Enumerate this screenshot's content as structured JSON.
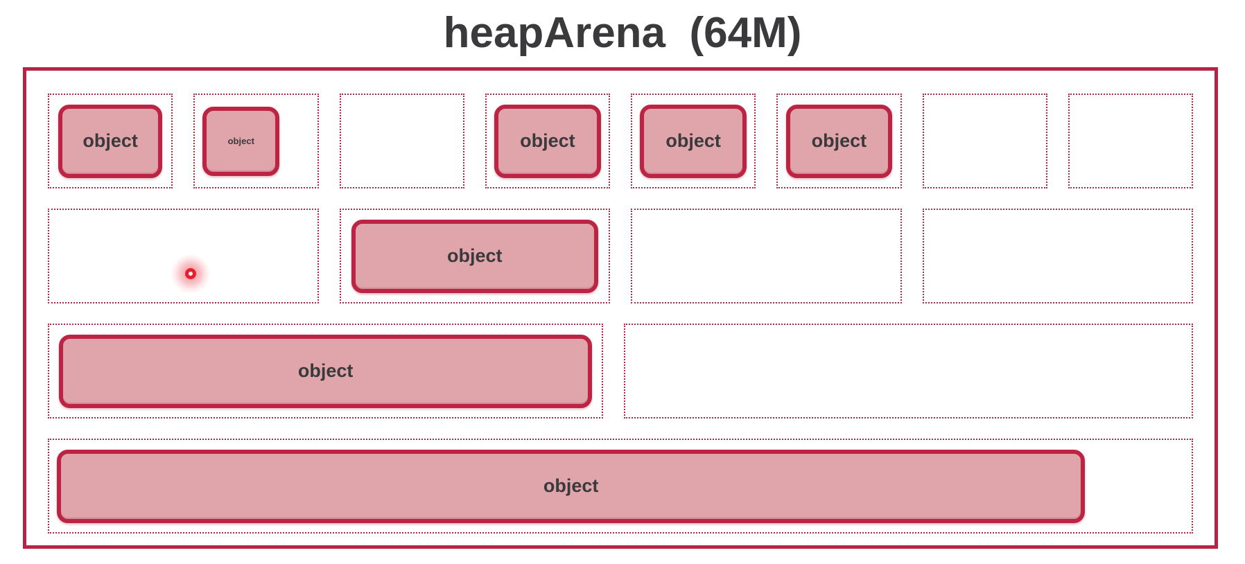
{
  "title": "heapArena  (64M)",
  "colors": {
    "title_text": "#3a3a3c",
    "label_text": "#3a3a3c",
    "outer_border": "#b92343",
    "dotted_border": "#ad2845",
    "object_border": "#bd2343",
    "object_fill": "#dfa5aa",
    "dot_red": "#e41f2e"
  },
  "arena": {
    "rows": [
      {
        "slots": [
          {
            "flex": 1,
            "object": {
              "label": "object",
              "size": "normal",
              "width_pct": 85,
              "align": "center"
            }
          },
          {
            "flex": 1,
            "object": {
              "label": "object",
              "size": "small",
              "width_pct": 63,
              "align": "left"
            }
          },
          {
            "flex": 1,
            "object": null
          },
          {
            "flex": 1,
            "object": {
              "label": "object",
              "size": "normal",
              "width_pct": 87,
              "align": "center"
            }
          },
          {
            "flex": 1,
            "object": {
              "label": "object",
              "size": "normal",
              "width_pct": 87,
              "align": "center"
            }
          },
          {
            "flex": 1,
            "object": {
              "label": "object",
              "size": "normal",
              "width_pct": 87,
              "align": "center"
            }
          },
          {
            "flex": 1,
            "object": null
          },
          {
            "flex": 1,
            "object": null
          }
        ]
      },
      {
        "slots": [
          {
            "flex": 1,
            "object": null,
            "dot": {
              "left_pct": 52.7,
              "top_pct": 69.3
            }
          },
          {
            "flex": 1,
            "object": {
              "label": "object",
              "size": "normal",
              "width_pct": 92,
              "align": "center"
            }
          },
          {
            "flex": 1,
            "object": null
          },
          {
            "flex": 1,
            "object": null
          }
        ]
      },
      {
        "slots": [
          {
            "flex": 49.4,
            "object": {
              "label": "object",
              "size": "normal",
              "width_pct": 96.5,
              "align": "center"
            }
          },
          {
            "flex": 50.6,
            "object": null
          }
        ]
      },
      {
        "slots": [
          {
            "flex": 1,
            "object": {
              "label": "object",
              "size": "normal",
              "width_pct": 90,
              "align": "left"
            }
          }
        ]
      }
    ]
  }
}
